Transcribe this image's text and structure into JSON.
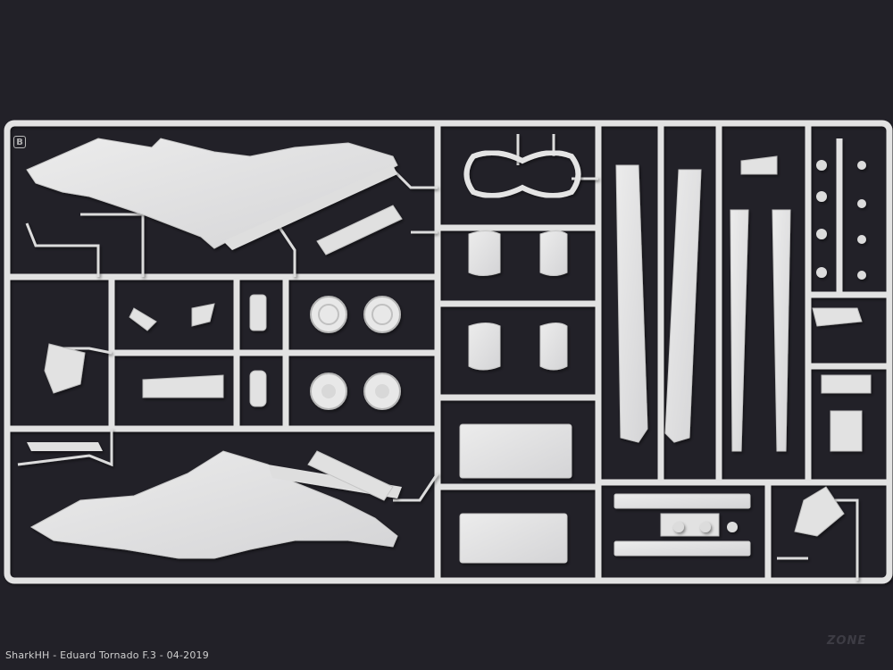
{
  "photo": {
    "caption": "SharkHH - Eduard Tornado F.3 - 04-2019",
    "sprue_letter": "B",
    "watermark": "ZONE",
    "colors": {
      "background": "#222128",
      "plastic": "#e4e4e4",
      "plastic_shadow": "#b8b8bc"
    }
  }
}
